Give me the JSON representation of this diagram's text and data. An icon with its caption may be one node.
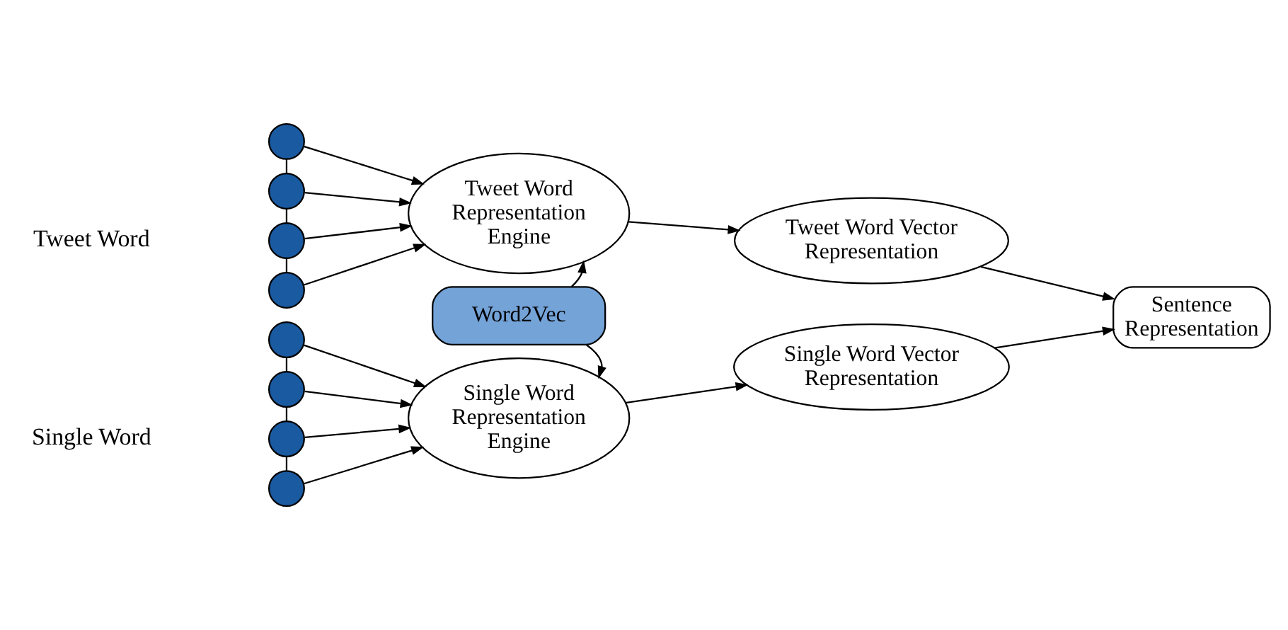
{
  "diagram": {
    "nodes": [
      {
        "text": [],
        "shape": "circle"
      },
      {
        "text": [],
        "shape": "circle"
      },
      {
        "text": [],
        "shape": "circle"
      },
      {
        "text": [],
        "shape": "circle"
      },
      {
        "text": [
          "Tweet Word Representation Engine"
        ]
      },
      {
        "text": [
          "Tweet Word Vector Representation"
        ]
      },
      {
        "text": [
          "Sentence Representation"
        ]
      },
      {
        "text": [
          "Word2Vec"
        ]
      },
      {
        "text": [],
        "shape": "circle"
      },
      {
        "text": [],
        "shape": "circle"
      },
      {
        "text": [],
        "shape": "circle"
      },
      {
        "text": [],
        "shape": "circle"
      },
      {
        "text": [
          "Single Word Representation Engine"
        ]
      },
      {
        "text": [
          "Single Word Vector Representation"
        ]
      }
    ],
    "edges": [
      {
        "from": 0,
        "to": 1,
        "arrow": "none"
      },
      {
        "from": 1,
        "to": 2,
        "arrow": "none"
      },
      {
        "from": 2,
        "to": 3,
        "arrow": "none"
      },
      {
        "from": 0,
        "to": 4,
        "arrow": "to"
      },
      {
        "from": 1,
        "to": 4,
        "arrow": "to"
      },
      {
        "from": 2,
        "to": 4,
        "arrow": "to"
      },
      {
        "from": 3,
        "to": 4,
        "arrow": "to"
      },
      {
        "from": 4,
        "to": 5,
        "arrow": "to"
      },
      {
        "from": 5,
        "to": 6,
        "arrow": "to"
      },
      {
        "from": 7,
        "to": 4,
        "arrow": "to"
      },
      {
        "from": 7,
        "to": 12,
        "arrow": "to"
      },
      {
        "from": 8,
        "to": 9,
        "arrow": "none"
      },
      {
        "from": 9,
        "to": 10,
        "arrow": "none"
      },
      {
        "from": 10,
        "to": 11,
        "arrow": "none"
      },
      {
        "from": 8,
        "to": 12,
        "arrow": "to"
      },
      {
        "from": 9,
        "to": 12,
        "arrow": "to"
      },
      {
        "from": 10,
        "to": 12,
        "arrow": "to"
      },
      {
        "from": 11,
        "to": 12,
        "arrow": "to"
      },
      {
        "from": 12,
        "to": 13,
        "arrow": "to"
      },
      {
        "from": 13,
        "to": 6,
        "arrow": "to"
      }
    ],
    "labels": [
      "Tweet Word",
      "Single Word"
    ]
  }
}
